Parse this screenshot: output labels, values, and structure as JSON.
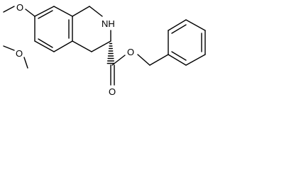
{
  "structure": {
    "atoms": {
      "o_methoxy_upper": "O",
      "o_methoxy_lower": "O",
      "nh": "NH",
      "o_ester_ether": "O",
      "o_carbonyl": "O"
    },
    "colors": {
      "line": "#000000",
      "background": "#ffffff"
    }
  }
}
